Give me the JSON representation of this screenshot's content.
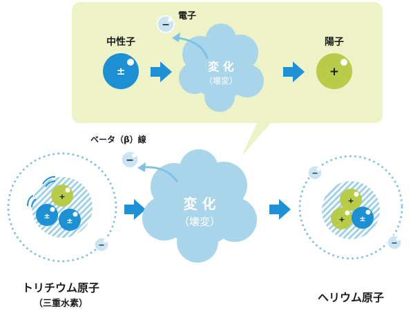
{
  "top_panel": {
    "neutron_label": "中性子",
    "electron_label": "電子",
    "proton_label": "陽子",
    "change_text": "変 化",
    "change_sub": "（壊変）",
    "neutron_symbol": "±",
    "proton_symbol": "+",
    "electron_symbol": "−"
  },
  "main": {
    "beta_label": "ベータ（β）線",
    "change_text": "変 化",
    "change_sub": "（壊変）",
    "tritium_label": "トリチウム原子",
    "tritium_sub": "（三重水素）",
    "helium_label": "ヘリウム原子",
    "neutron_symbol": "±",
    "proton_symbol": "+",
    "electron_symbol": "−"
  },
  "colors": {
    "panel_bg": "#eef2c7",
    "cloud": "#a9d5ea",
    "neutron": "#1d8fd3",
    "proton": "#b8cc4a",
    "electron": "#c9e5f3",
    "arrow": "#1e91d6",
    "orbit": "#7ec3e4"
  }
}
